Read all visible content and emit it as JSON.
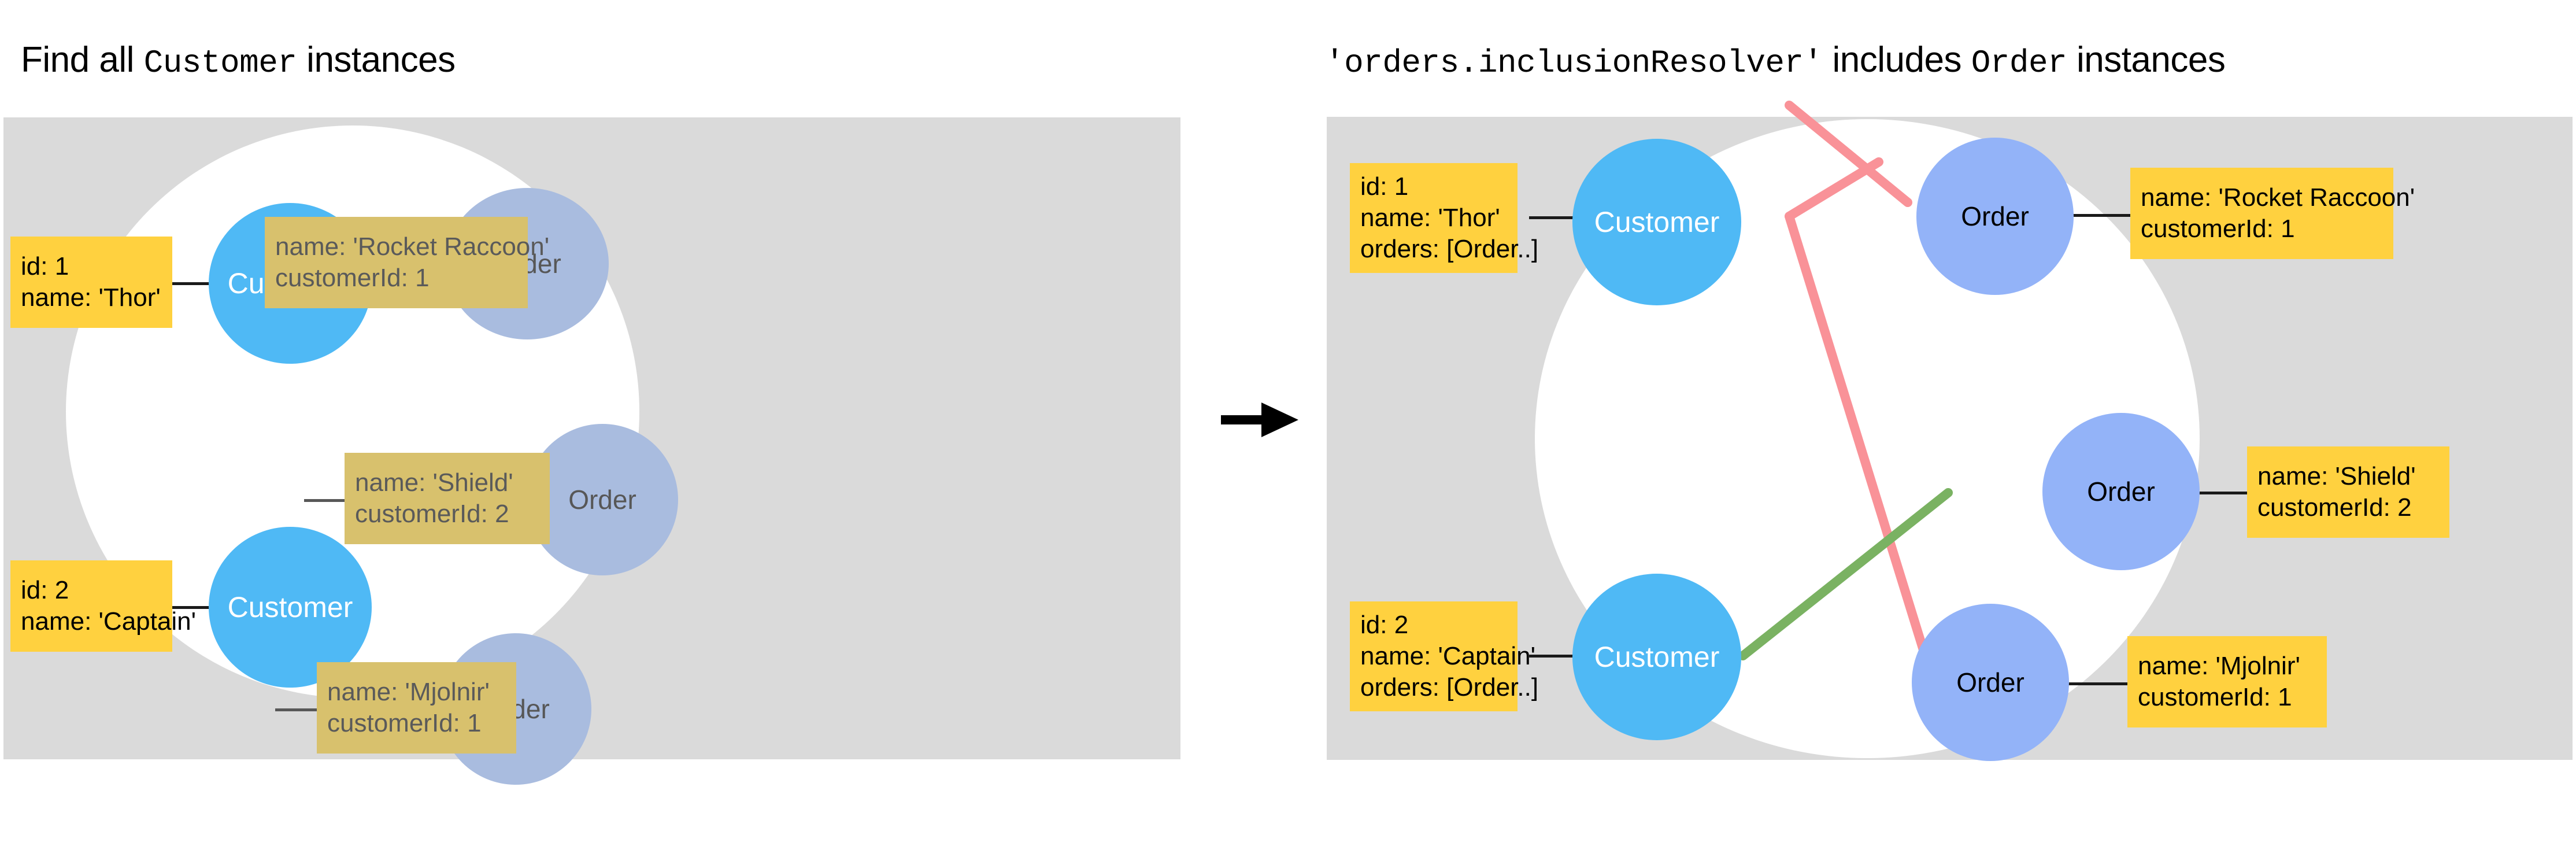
{
  "diagram": {
    "arrow_icon": "right-arrow-icon",
    "colors": {
      "panel_bg": "#dadada",
      "inner_bg": "#ffffff",
      "customer_circle": "#4fb9f5",
      "order_circle_dim": "#a9bcdf",
      "order_circle_highlight": "#93b3f8",
      "infobox_yellow": "#ffd13f",
      "infobox_yellow_dim": "#d8c16d",
      "edge_pink": "#f99298",
      "edge_green": "#7ab262",
      "connector_black": "#1a1a1a"
    }
  },
  "left_panel": {
    "title": {
      "prefix": "Find all ",
      "code": "Customer",
      "suffix": " instances"
    },
    "customers": [
      {
        "node_label": "Customer",
        "fields": [
          "id: 1",
          "name: 'Thor'"
        ]
      },
      {
        "node_label": "Customer",
        "fields": [
          "id: 2",
          "name: 'Captain'"
        ]
      }
    ],
    "orders": [
      {
        "node_label": "Order",
        "fields": [
          "name:  'Rocket Raccoon'",
          "customerId: 1"
        ]
      },
      {
        "node_label": "Order",
        "fields": [
          "name:  'Shield'",
          "customerId: 2"
        ]
      },
      {
        "node_label": "Order",
        "fields": [
          "name:  'Mjolnir'",
          "customerId: 1"
        ]
      }
    ]
  },
  "right_panel": {
    "title": {
      "code_prefix": "'orders.inclusionResolver'",
      "middle": " includes ",
      "code_suffix": "Order",
      "suffix": " instances"
    },
    "customers": [
      {
        "node_label": "Customer",
        "fields": [
          "id: 1",
          "name: 'Thor'",
          "orders: [Order..]"
        ]
      },
      {
        "node_label": "Customer",
        "fields": [
          "id: 2",
          " name: 'Captain'",
          "orders: [Order..]"
        ]
      }
    ],
    "orders": [
      {
        "node_label": "Order",
        "fields": [
          "name:  'Rocket Raccoon'",
          "customerId: 1"
        ]
      },
      {
        "node_label": "Order",
        "fields": [
          "name:  'Shield'",
          "customerId: 2"
        ]
      },
      {
        "node_label": "Order",
        "fields": [
          "name:  'Mjolnir'",
          "customerId: 1"
        ]
      }
    ],
    "relations": [
      {
        "from": "Customer id 1 (Thor)",
        "to": "Order 'Rocket Raccoon'",
        "color": "#f99298"
      },
      {
        "from": "Customer id 1 (Thor)",
        "to": "Order 'Mjolnir'",
        "color": "#f99298"
      },
      {
        "from": "Customer id 2 (Captain)",
        "to": "Order 'Shield'",
        "color": "#7ab262"
      }
    ]
  }
}
